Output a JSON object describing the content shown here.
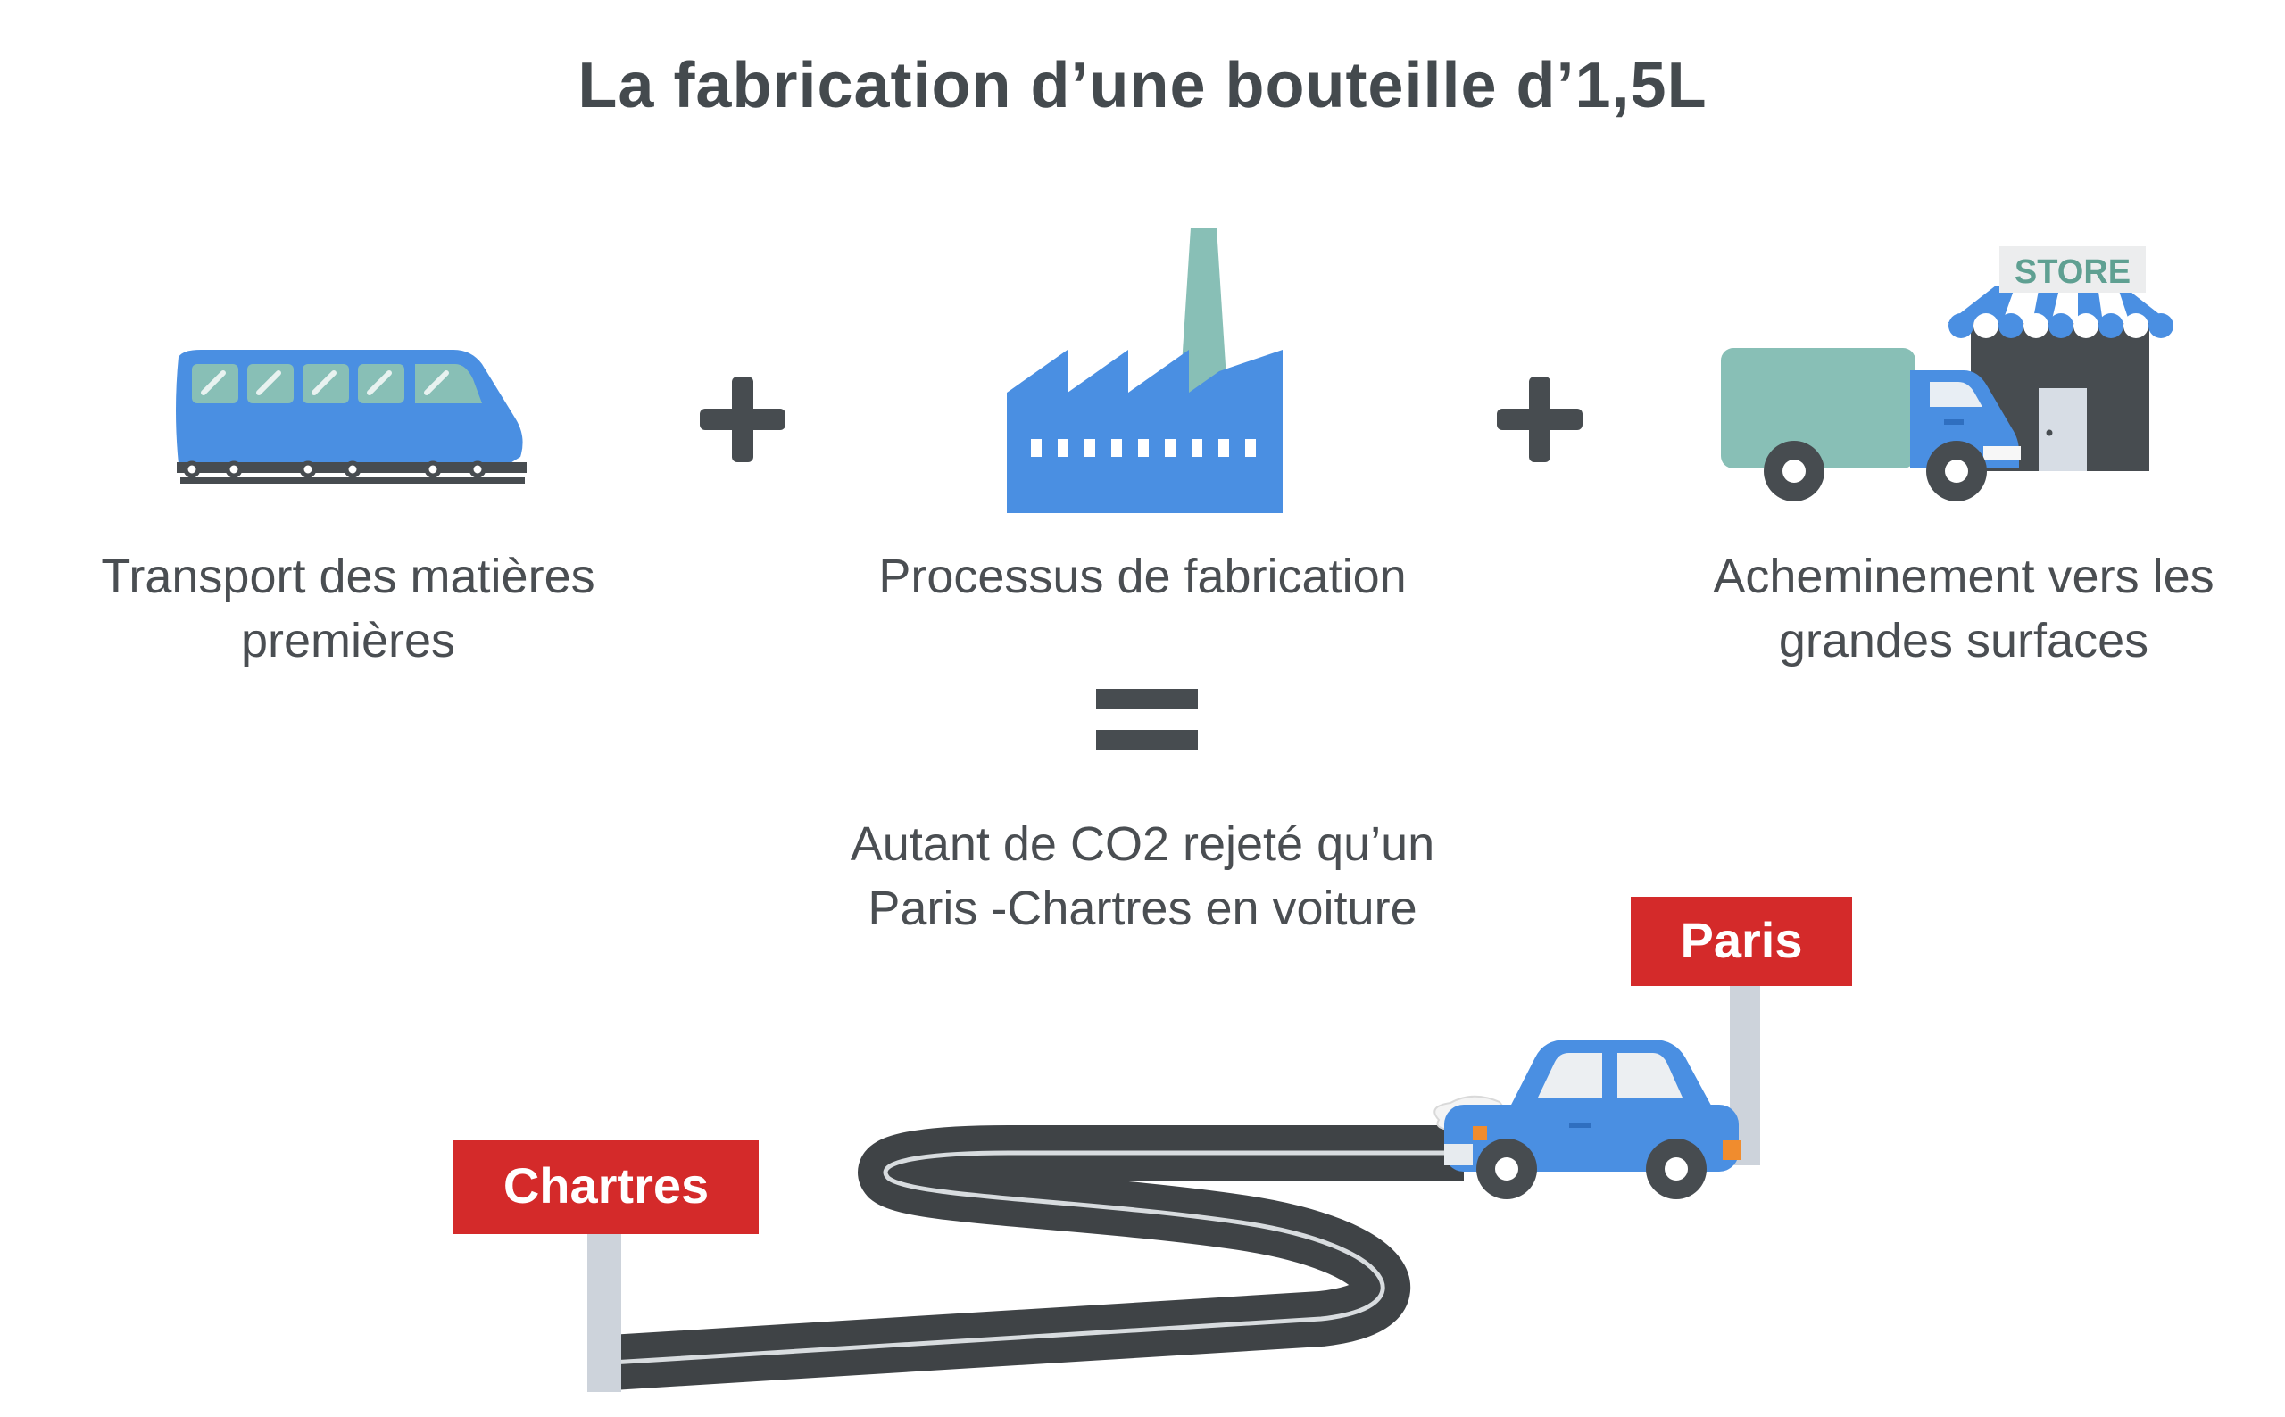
{
  "title": "La fabrication d’une bouteille d’1,5L",
  "steps": [
    {
      "icon": "train-icon",
      "line1": "Transport des matières",
      "line2": "premières"
    },
    {
      "icon": "factory-icon",
      "line1": "Processus de fabrication",
      "line2": ""
    },
    {
      "icon": "delivery-truck-store-icon",
      "line1": "Acheminement vers les",
      "line2": "grandes surfaces",
      "store_label": "STORE"
    }
  ],
  "result": {
    "line1": "Autant de CO2 rejeté qu’un",
    "line2": "Paris -Chartres en voiture"
  },
  "signs": {
    "start": "Chartres",
    "end": "Paris"
  },
  "colors": {
    "blue": "#4a8fe2",
    "teal": "#88bfb6",
    "dark": "#474c50",
    "red": "#d42a2a",
    "road": "#3f4346",
    "pole": "#cdd3db"
  }
}
